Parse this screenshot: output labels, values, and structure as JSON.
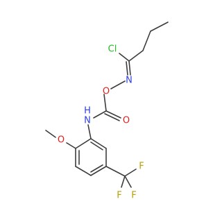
{
  "molecule": {
    "atoms": {
      "chlorine": {
        "symbol": "Cl",
        "color": "#1fbf1f"
      },
      "imine_n": {
        "symbol": "N",
        "color": "#2f3fe0"
      },
      "ether_o": {
        "symbol": "O",
        "color": "#e01f1f"
      },
      "amide_nh": {
        "symbol": "N",
        "h": "H",
        "color": "#2f3fe0"
      },
      "carbonyl_o": {
        "symbol": "O",
        "color": "#e01f1f"
      },
      "methoxy_o": {
        "symbol": "O",
        "color": "#e01f1f"
      },
      "fluorine_1": {
        "symbol": "F",
        "color": "#b8a000"
      },
      "fluorine_2": {
        "symbol": "F",
        "color": "#b8a000"
      },
      "fluorine_3": {
        "symbol": "F",
        "color": "#b8a000"
      }
    },
    "bond_color": "#3c3c3c"
  }
}
